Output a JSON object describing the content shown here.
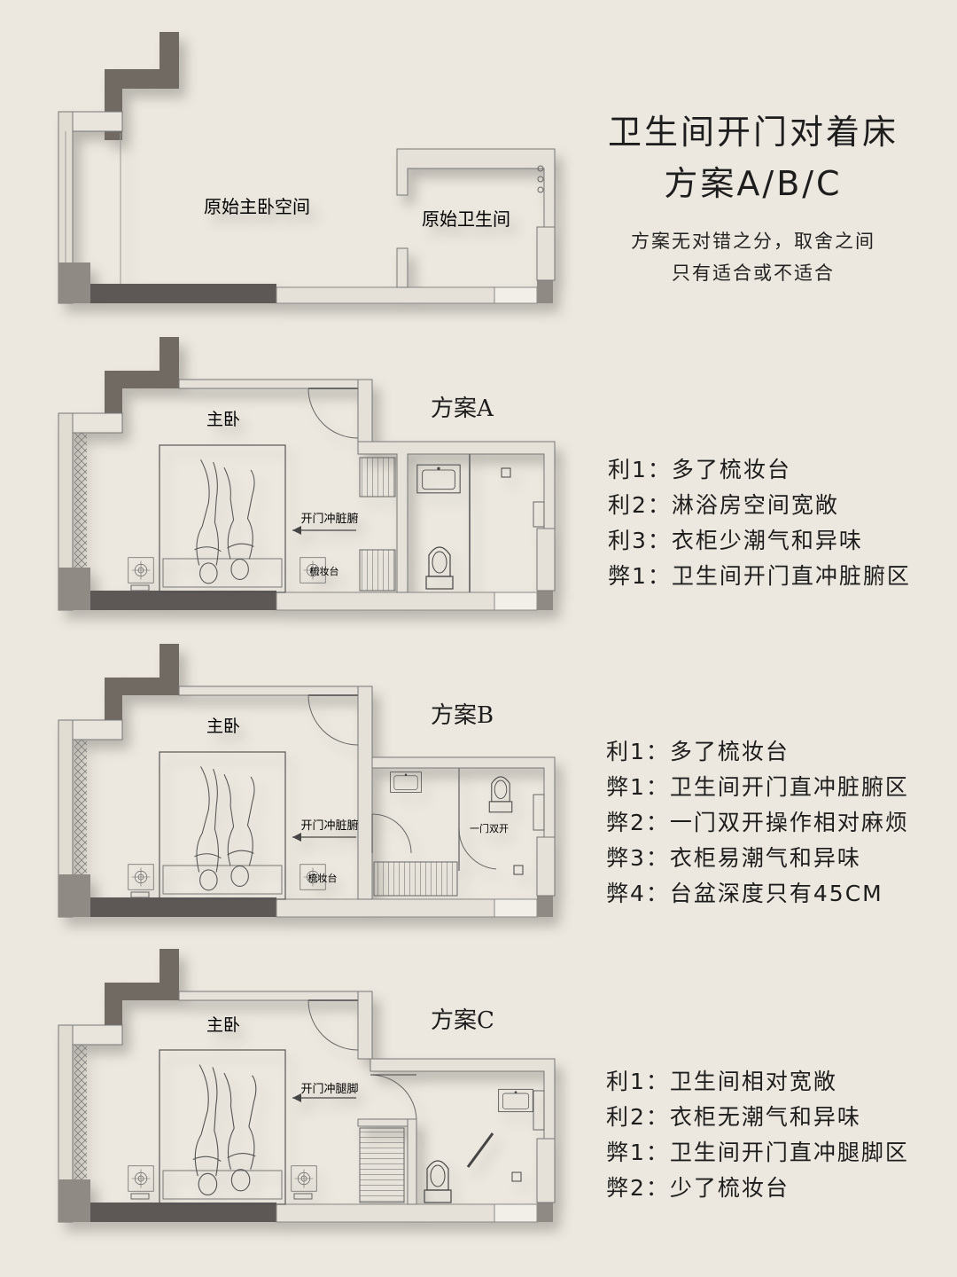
{
  "title": {
    "line1": "卫生间开门对着床",
    "line2": "方案A/B/C",
    "sub1": "方案无对错之分，取舍之间",
    "sub2": "只有适合或不适合"
  },
  "original": {
    "bedroom_label": "原始主卧空间",
    "bathroom_label": "原始卫生间"
  },
  "schemes": [
    {
      "name": "方案A",
      "room_label": "主卧",
      "arrow_label": "开门冲脏腑",
      "vanity_label": "梳妆台",
      "points": [
        "利1：多了梳妆台",
        "利2：淋浴房空间宽敞",
        "利3：衣柜少潮气和异味",
        "弊1：卫生间开门直冲脏腑区"
      ]
    },
    {
      "name": "方案B",
      "room_label": "主卧",
      "arrow_label": "开门冲脏腑",
      "vanity_label": "梳妆台",
      "door_label": "一门双开",
      "points": [
        "利1：多了梳妆台",
        "弊1：卫生间开门直冲脏腑区",
        "弊2：一门双开操作相对麻烦",
        "弊3：衣柜易潮气和异味",
        "弊4：台盆深度只有45CM"
      ]
    },
    {
      "name": "方案C",
      "room_label": "主卧",
      "arrow_label": "开门冲腿脚",
      "points": [
        "利1：卫生间相对宽敞",
        "利2：衣柜无潮气和异味",
        "弊1：卫生间开门直冲腿脚区",
        "弊2：少了梳妆台"
      ]
    }
  ]
}
